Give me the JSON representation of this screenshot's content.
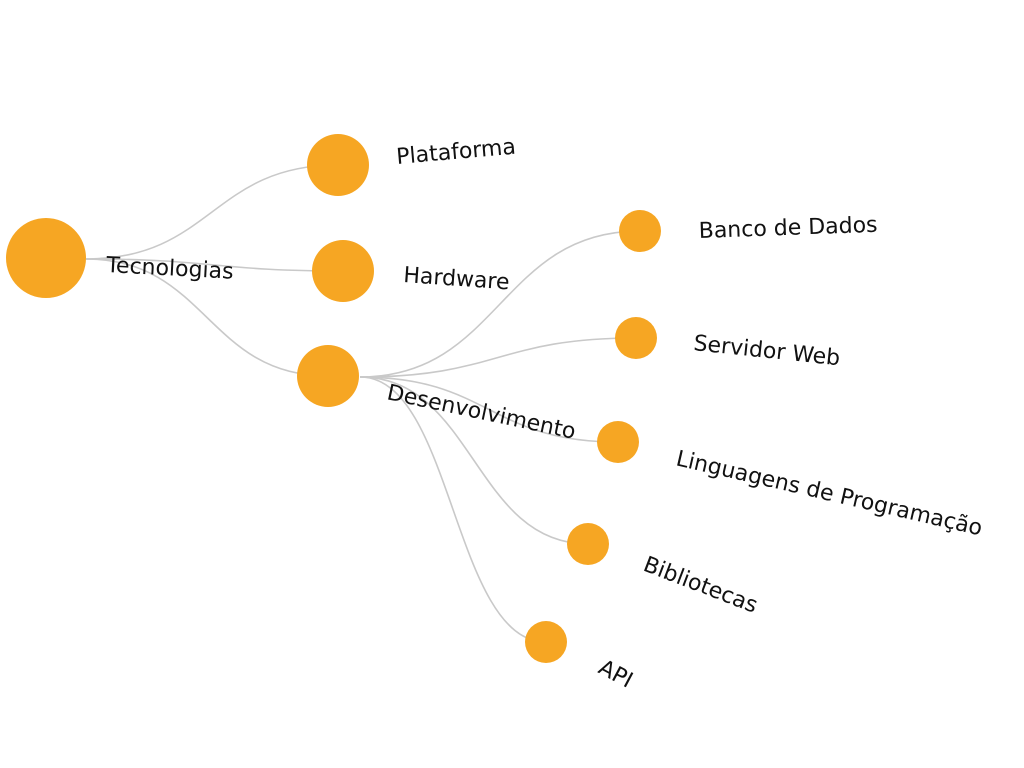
{
  "tree": {
    "colors": {
      "node": "#f6a623",
      "link": "#c9c9c9",
      "label": "#111111"
    },
    "root": {
      "label": "Tecnologias",
      "children": [
        {
          "label": "Plataforma"
        },
        {
          "label": "Hardware"
        },
        {
          "label": "Desenvolvimento",
          "children": [
            {
              "label": "Banco de Dados"
            },
            {
              "label": "Servidor Web"
            },
            {
              "label": "Linguagens de Programação"
            },
            {
              "label": "Bibliotecas"
            },
            {
              "label": "API"
            }
          ]
        }
      ]
    }
  }
}
